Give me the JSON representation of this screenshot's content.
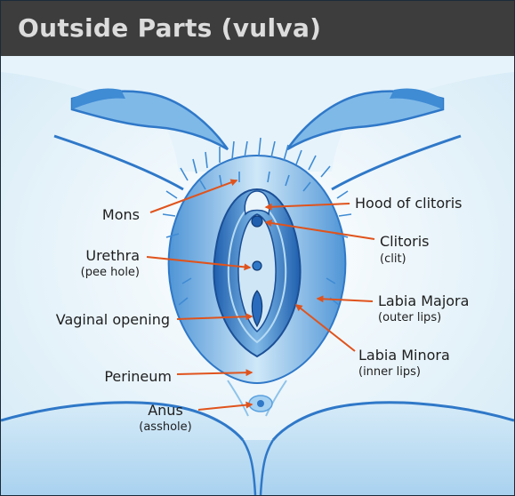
{
  "title": "Outside Parts (vulva)",
  "colors": {
    "header_bg": "#3d3d3d",
    "title_text": "#dcdcdc",
    "body_dark": "#2f78c8",
    "body_light": "#cfe6f6",
    "arrow": "#e0531c"
  },
  "labels": {
    "mons": "Mons",
    "urethra": "Urethra",
    "urethra_note": "(pee hole)",
    "vaginal_opening": "Vaginal opening",
    "perineum": "Perineum",
    "anus": "Anus",
    "anus_note": "(asshole)",
    "hood": "Hood of clitoris",
    "clitoris": "Clitoris",
    "clitoris_note": "(clit)",
    "labia_majora": "Labia Majora",
    "labia_majora_note": "(outer lips)",
    "labia_minora": "Labia Minora",
    "labia_minora_note": "(inner lips)"
  }
}
